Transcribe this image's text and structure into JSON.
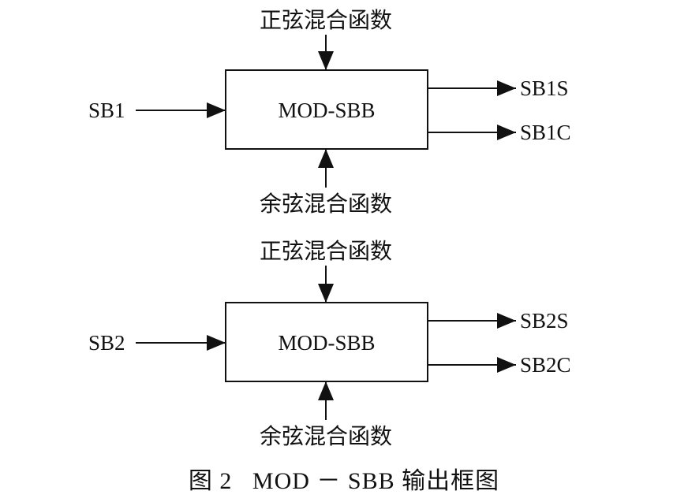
{
  "blocks": [
    {
      "box_label": "MOD-SBB",
      "top_input": "正弦混合函数",
      "bottom_input": "余弦混合函数",
      "left_input": "SB1",
      "outputs": [
        "SB1S",
        "SB1C"
      ]
    },
    {
      "box_label": "MOD-SBB",
      "top_input": "正弦混合函数",
      "bottom_input": "余弦混合函数",
      "left_input": "SB2",
      "outputs": [
        "SB2S",
        "SB2C"
      ]
    }
  ],
  "caption": "图 2   MOD － SBB 输出框图"
}
